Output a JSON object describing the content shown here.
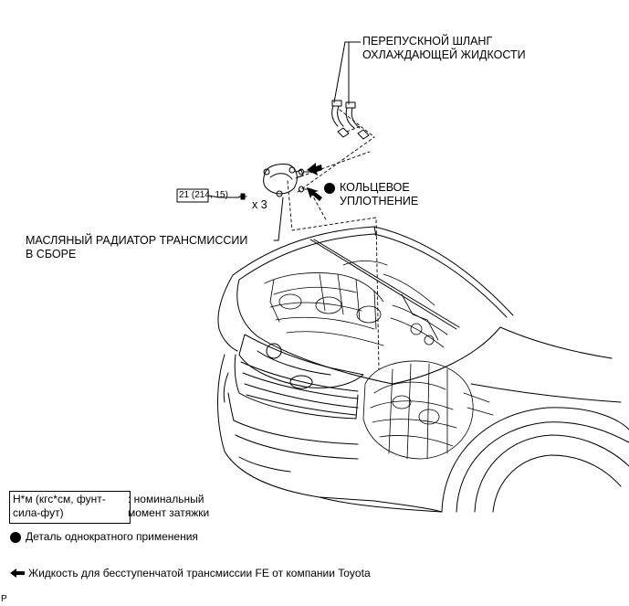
{
  "labels": {
    "bypass_hose": [
      "ПЕРЕПУСКНОЙ ШЛАНГ",
      "ОХЛАЖДАЮЩЕЙ ЖИДКОСТИ"
    ],
    "o_ring": [
      "КОЛЬЦЕВОЕ",
      "УПЛОТНЕНИЕ"
    ],
    "oil_cooler": [
      "МАСЛЯНЫЙ РАДИАТОР ТРАНСМИССИИ",
      "В СБОРЕ"
    ],
    "torque_value": "21 (214, 15)",
    "bolt_count": "x 3"
  },
  "legend": {
    "torque_unit_box": [
      "Н*м (кгс*см, фунт-",
      "сила-фут)"
    ],
    "torque_desc": [
      ": номинальный",
      "момент затяжки"
    ],
    "non_reusable": "Деталь однократного применения",
    "fluid": "Жидкость для бесступенчатой трансмиссии FE от компании Toyota"
  },
  "corner_code": "P",
  "icons": [
    "non-reusable-part-icon",
    "fluid-arrow-icon"
  ]
}
